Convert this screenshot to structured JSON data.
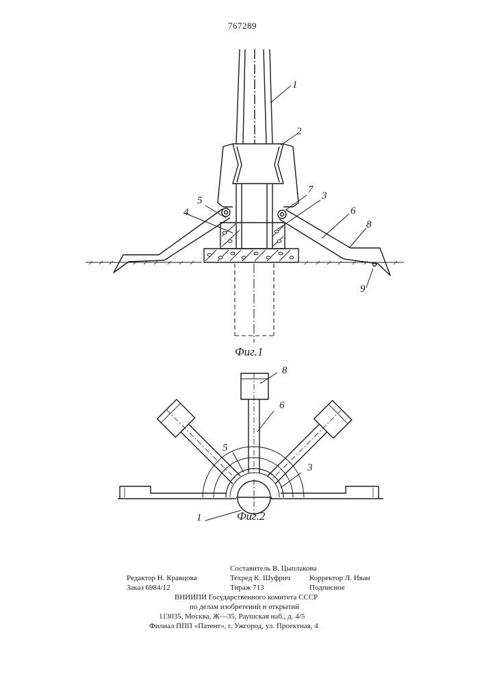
{
  "patent_number": "767289",
  "figure1": {
    "caption": "Фиг.1",
    "labels": [
      "1",
      "2",
      "3",
      "4",
      "5",
      "6",
      "7",
      "8",
      "9"
    ]
  },
  "figure2": {
    "caption": "Фиг.2",
    "labels": [
      "8",
      "6",
      "5",
      "3",
      "1"
    ]
  },
  "imprint": {
    "compiler": "Составитель В. Цыплакова",
    "editor": "Редактор Н. Кравцова",
    "techred": "Техред К. Шуфрич",
    "corrector": "Корректор Л. Иван",
    "order": "Заказ 6984/12",
    "circulation": "Тираж 713",
    "subscription": "Подписное",
    "org1": "ВНИИПИ Государственного комитета СССР",
    "org2": "по делам изобретений и открытий",
    "address": "113035, Москва, Ж—35, Раушская наб., д. 4/5",
    "branch": "Филиал ППП «Патент», г. Ужгород, ул. Проектная, 4"
  }
}
